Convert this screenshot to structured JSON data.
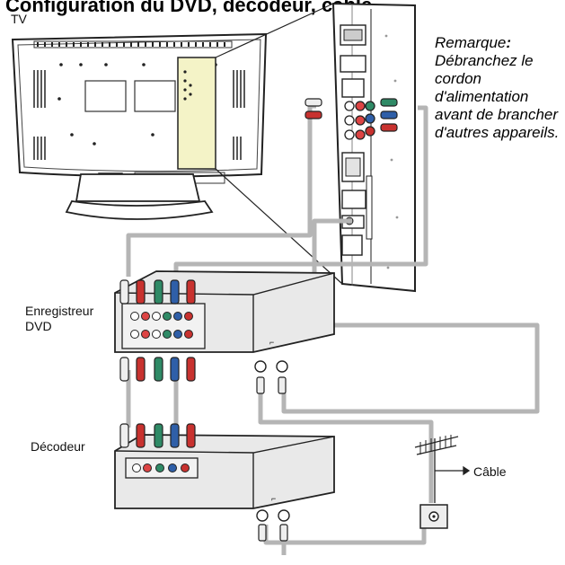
{
  "heading": "Configuration du DVD, décodeur, câble",
  "labels": {
    "tv": "TV",
    "dvd_line1": "Enregistreur",
    "dvd_line2": "DVD",
    "decoder": "Décodeur",
    "cable": "Câble"
  },
  "note": {
    "title": "Remarque",
    "colon": ":",
    "body": "Débranchez le cordon d'alimentation avant de brancher d'autres appareils."
  },
  "icons": [
    "tv-rear-icon",
    "antenna-icon",
    "wall-outlet-icon",
    "rca-plug-icon"
  ],
  "colors": {
    "white": "#eeeeee",
    "red": "#c8322f",
    "green": "#2f8a66",
    "blue": "#2f5fa8",
    "cable": "#b9b9b9",
    "outline": "#222222"
  }
}
